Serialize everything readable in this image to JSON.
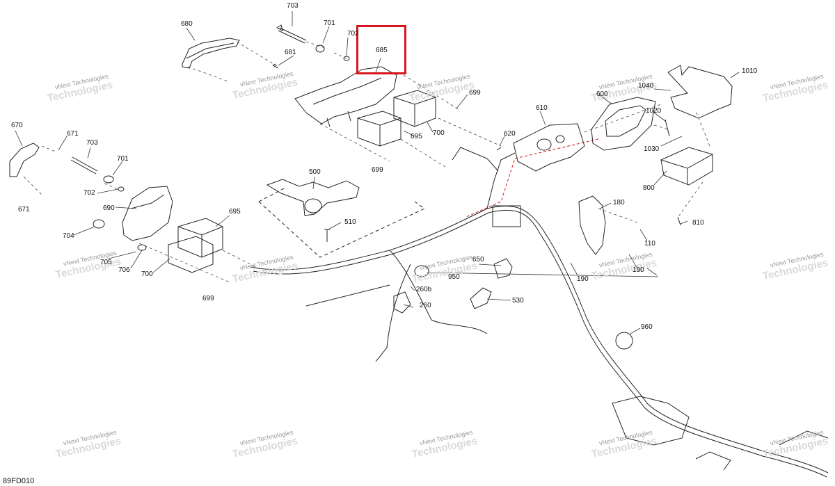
{
  "diagram": {
    "reference_code": "89FD010",
    "highlight_color": "#d6161c",
    "highlighted_part": "685",
    "watermark_line1": "vNext Technologies",
    "watermark_line2": "Technologies",
    "callouts": {
      "c703a": "703",
      "c680": "680",
      "c701a": "701",
      "c702a": "702",
      "c681": "681",
      "c685": "685",
      "c699a": "699",
      "c695a": "695",
      "c700a": "700",
      "c699b": "699",
      "c670": "670",
      "c671a": "671",
      "c703b": "703",
      "c701b": "701",
      "c702b": "702",
      "c671b": "671",
      "c690": "690",
      "c704": "704",
      "c705": "705",
      "c706": "706",
      "c700b": "700",
      "c695b": "695",
      "c699c": "699",
      "c500": "500",
      "c510": "510",
      "c610": "610",
      "c600": "600",
      "c620": "620",
      "c1040": "1040",
      "c1010": "1010",
      "c1020": "1020",
      "c1030": "1030",
      "c800": "800",
      "c810": "810",
      "c180": "180",
      "c110": "110",
      "c190a": "190",
      "c190b": "190",
      "c650": "650",
      "c950": "950",
      "c260b": "260b",
      "c260": "260",
      "c530": "530",
      "c960": "960"
    }
  }
}
